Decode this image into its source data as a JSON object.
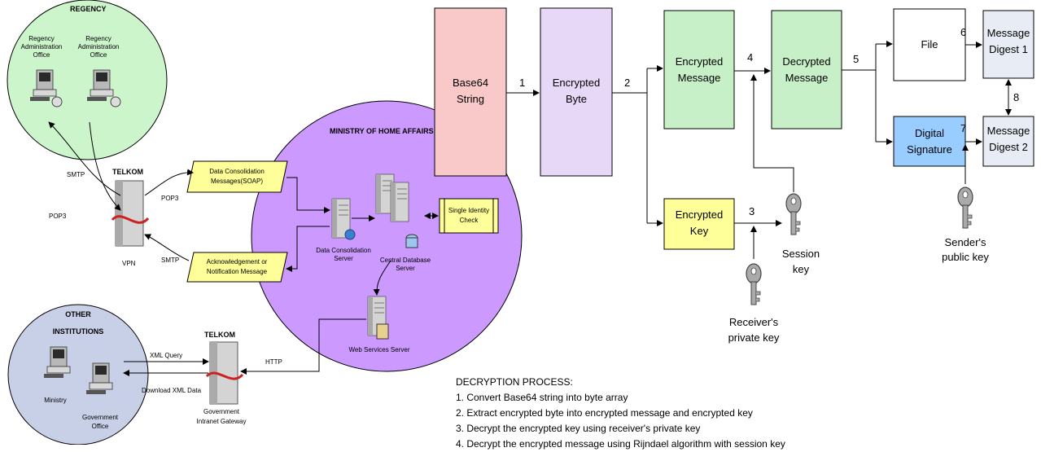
{
  "network": {
    "regency": {
      "title": "REGENCY",
      "office_left": [
        "Regency",
        "Administration",
        "Office"
      ],
      "office_right": [
        "Regency",
        "Administration",
        "Office"
      ]
    },
    "telkom_top": {
      "title": "TELKOM",
      "vpn": "VPN"
    },
    "telkom_bottom": {
      "title": "TELKOM",
      "gateway": [
        "Government",
        "Intranet Gateway"
      ]
    },
    "links": {
      "smtp_up": "SMTP",
      "pop3_left": "POP3",
      "pop3_right": "POP3",
      "smtp_right": "SMTP",
      "xml_query": "XML Query",
      "download_xml": "Download XML Data",
      "http": "HTTP"
    },
    "messages": {
      "consolidation": [
        "Data Consolidation",
        "Messages(SOAP)"
      ],
      "acknowledgement": [
        "Acknowledgement or",
        "Notification Message"
      ]
    },
    "ministry": {
      "title": "MINISTRY OF HOME AFFAIRS",
      "consolidation_server": [
        "Data Consolidation",
        "Server"
      ],
      "central_db": [
        "Central Database",
        "Server"
      ],
      "single_identity": [
        "Single Identity",
        "Check"
      ],
      "web_services": "Web Services Server"
    },
    "other": {
      "title": [
        "OTHER",
        "INSTITUTIONS"
      ],
      "ministry": "Ministry",
      "government_office": [
        "Government",
        "Office"
      ]
    }
  },
  "decryption": {
    "boxes": {
      "base64": [
        "Base64",
        "String"
      ],
      "encrypted_byte": [
        "Encrypted",
        "Byte"
      ],
      "encrypted_message": [
        "Encrypted",
        "Message"
      ],
      "decrypted_message": [
        "Decrypted",
        "Message"
      ],
      "file": "File",
      "digest1": [
        "Message",
        "Digest 1"
      ],
      "encrypted_key": [
        "Encrypted",
        "Key"
      ],
      "digital_signature": [
        "Digital",
        "Signature"
      ],
      "digest2": [
        "Message",
        "Digest 2"
      ]
    },
    "steps": [
      "1",
      "2",
      "3",
      "4",
      "5",
      "6",
      "7",
      "8"
    ],
    "keys": {
      "session": [
        "Session",
        "key"
      ],
      "receiver": [
        "Receiver's",
        "private key"
      ],
      "sender": [
        "Sender's",
        "public key"
      ]
    },
    "colors": {
      "base64": "#f9c8c8",
      "encrypted_byte": "#e8d8f8",
      "encrypted_message": "#c8f0c8",
      "decrypted_message": "#c8f0c8",
      "encrypted_key": "#ffff99",
      "digital_signature": "#99ccff",
      "digest": "#e8ecf4",
      "regency_circle": "#ccf5cc",
      "ministry_circle": "#cc99ff",
      "other_circle": "#c8d0e8",
      "message_note": "#ffff99"
    }
  },
  "process": {
    "title": "DECRYPTION PROCESS:",
    "lines": [
      "1. Convert Base64 string into byte array",
      "2. Extract encrypted byte into encrypted message and encrypted key",
      "3. Decrypt the encrypted key using receiver's private key",
      "4. Decrypt the encrypted message using Rijndael algorithm with session key"
    ]
  }
}
